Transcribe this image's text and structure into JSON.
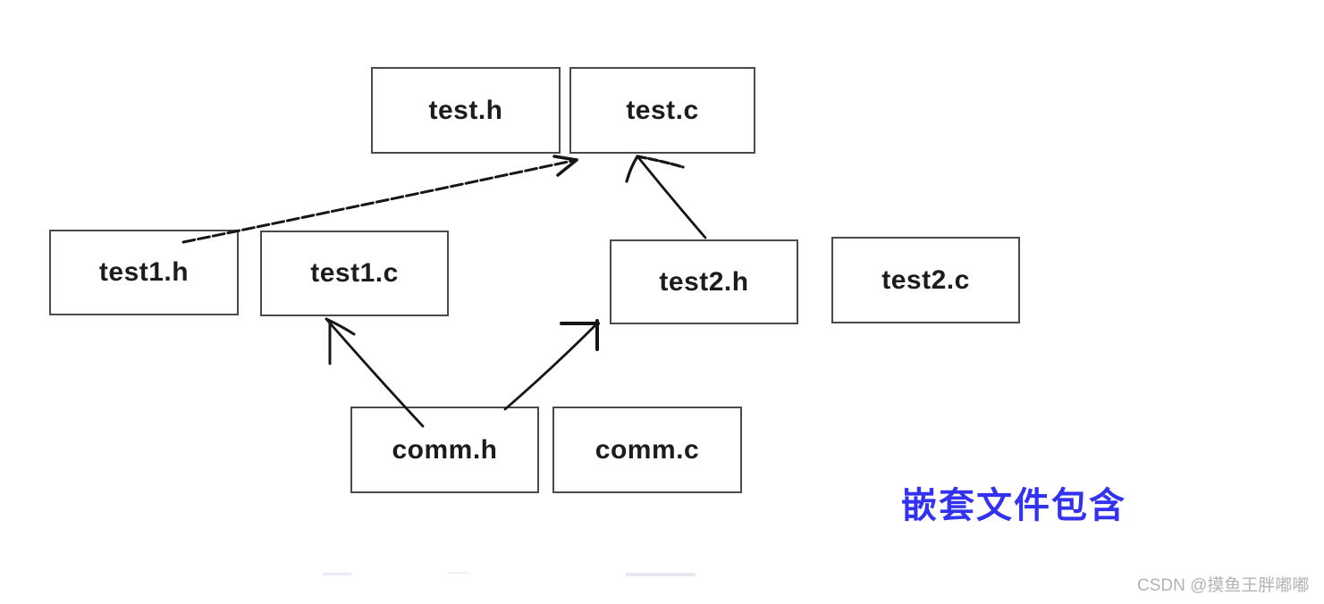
{
  "diagram": {
    "boxes": [
      {
        "id": "test-h",
        "label": "test.h"
      },
      {
        "id": "test-c",
        "label": "test.c"
      },
      {
        "id": "test1-h",
        "label": "test1.h"
      },
      {
        "id": "test1-c",
        "label": "test1.c"
      },
      {
        "id": "test2-h",
        "label": "test2.h"
      },
      {
        "id": "test2-c",
        "label": "test2.c"
      },
      {
        "id": "comm-h",
        "label": "comm.h"
      },
      {
        "id": "comm-c",
        "label": "comm.c"
      }
    ],
    "edges": [
      {
        "from": "test1.h",
        "to": "test.c",
        "style": "dashed"
      },
      {
        "from": "test2.h",
        "to": "test.c",
        "style": "solid"
      },
      {
        "from": "comm.h",
        "to": "test1.c",
        "style": "solid"
      },
      {
        "from": "comm.h",
        "to": "test2.h",
        "style": "solid-hook-head"
      }
    ],
    "caption": "嵌套文件包含"
  },
  "watermark": "CSDN @摸鱼王胖嘟嘟",
  "colors": {
    "caption_blue": "#3232f0",
    "box_border": "#4a4a4a",
    "box_text": "#1c1c1c",
    "arrow_black": "#161616",
    "watermark_gray": "#b3b3b3",
    "background": "#ffffff"
  }
}
